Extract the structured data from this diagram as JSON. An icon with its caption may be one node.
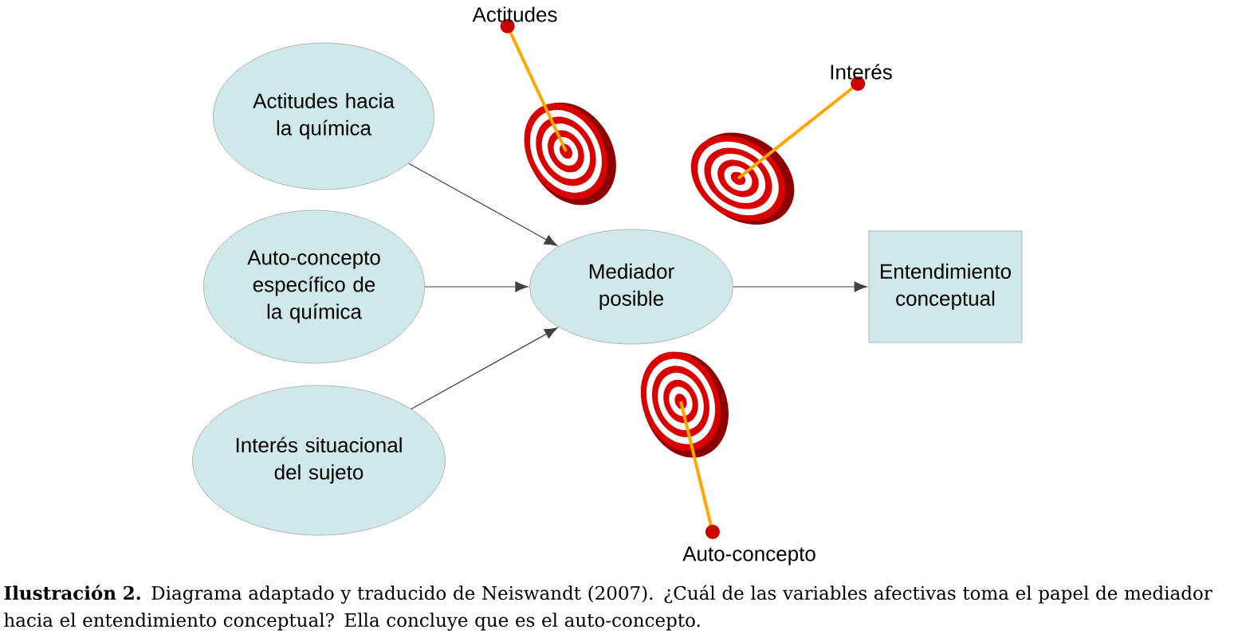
{
  "diagram": {
    "caption": "**Ilustración 2.** Diagrama adaptado y traducido de Neiswandt (2007). ¿Cuál de las variables afectivas toma el papel de mediador hacia el entendimiento conceptual? Ella concluye que es el auto-concepto.",
    "nodes": [
      {
        "text": [
          "Actitudes hacia la química"
        ]
      },
      {
        "text": [
          "Auto-concepto específico de la química"
        ]
      },
      {
        "text": [
          "Interés situacional del sujeto"
        ]
      },
      {
        "text": [
          "Mediador posible"
        ]
      },
      {
        "text": [
          "Entendimiento conceptual"
        ]
      }
    ],
    "edges": [
      {
        "from": 0,
        "to": 3,
        "arrow": "to"
      },
      {
        "from": 1,
        "to": 3,
        "arrow": "to"
      },
      {
        "from": 2,
        "to": 3,
        "arrow": "to"
      },
      {
        "from": 3,
        "to": 4,
        "arrow": "to"
      }
    ],
    "labels": [
      "Actitudes",
      "Interés",
      "Auto-concepto"
    ]
  }
}
